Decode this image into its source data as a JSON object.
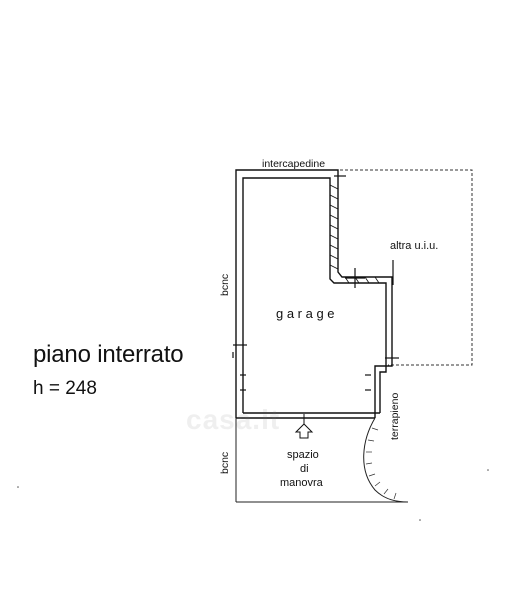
{
  "title": "piano interrato",
  "height_label": "h = 248",
  "rooms": {
    "garage": "g a r a g e",
    "other_unit": "altra  u.i.u."
  },
  "labels": {
    "top_wall": "intercapedine",
    "left_wall_upper": "bcnc",
    "left_wall_lower": "bcnc",
    "right_wall": "terrapieno",
    "maneuver_line1": "spazio",
    "maneuver_line2": "di",
    "maneuver_line3": "manovra"
  },
  "watermark": "casa.it",
  "colors": {
    "ink": "#111111",
    "background": "#ffffff"
  }
}
